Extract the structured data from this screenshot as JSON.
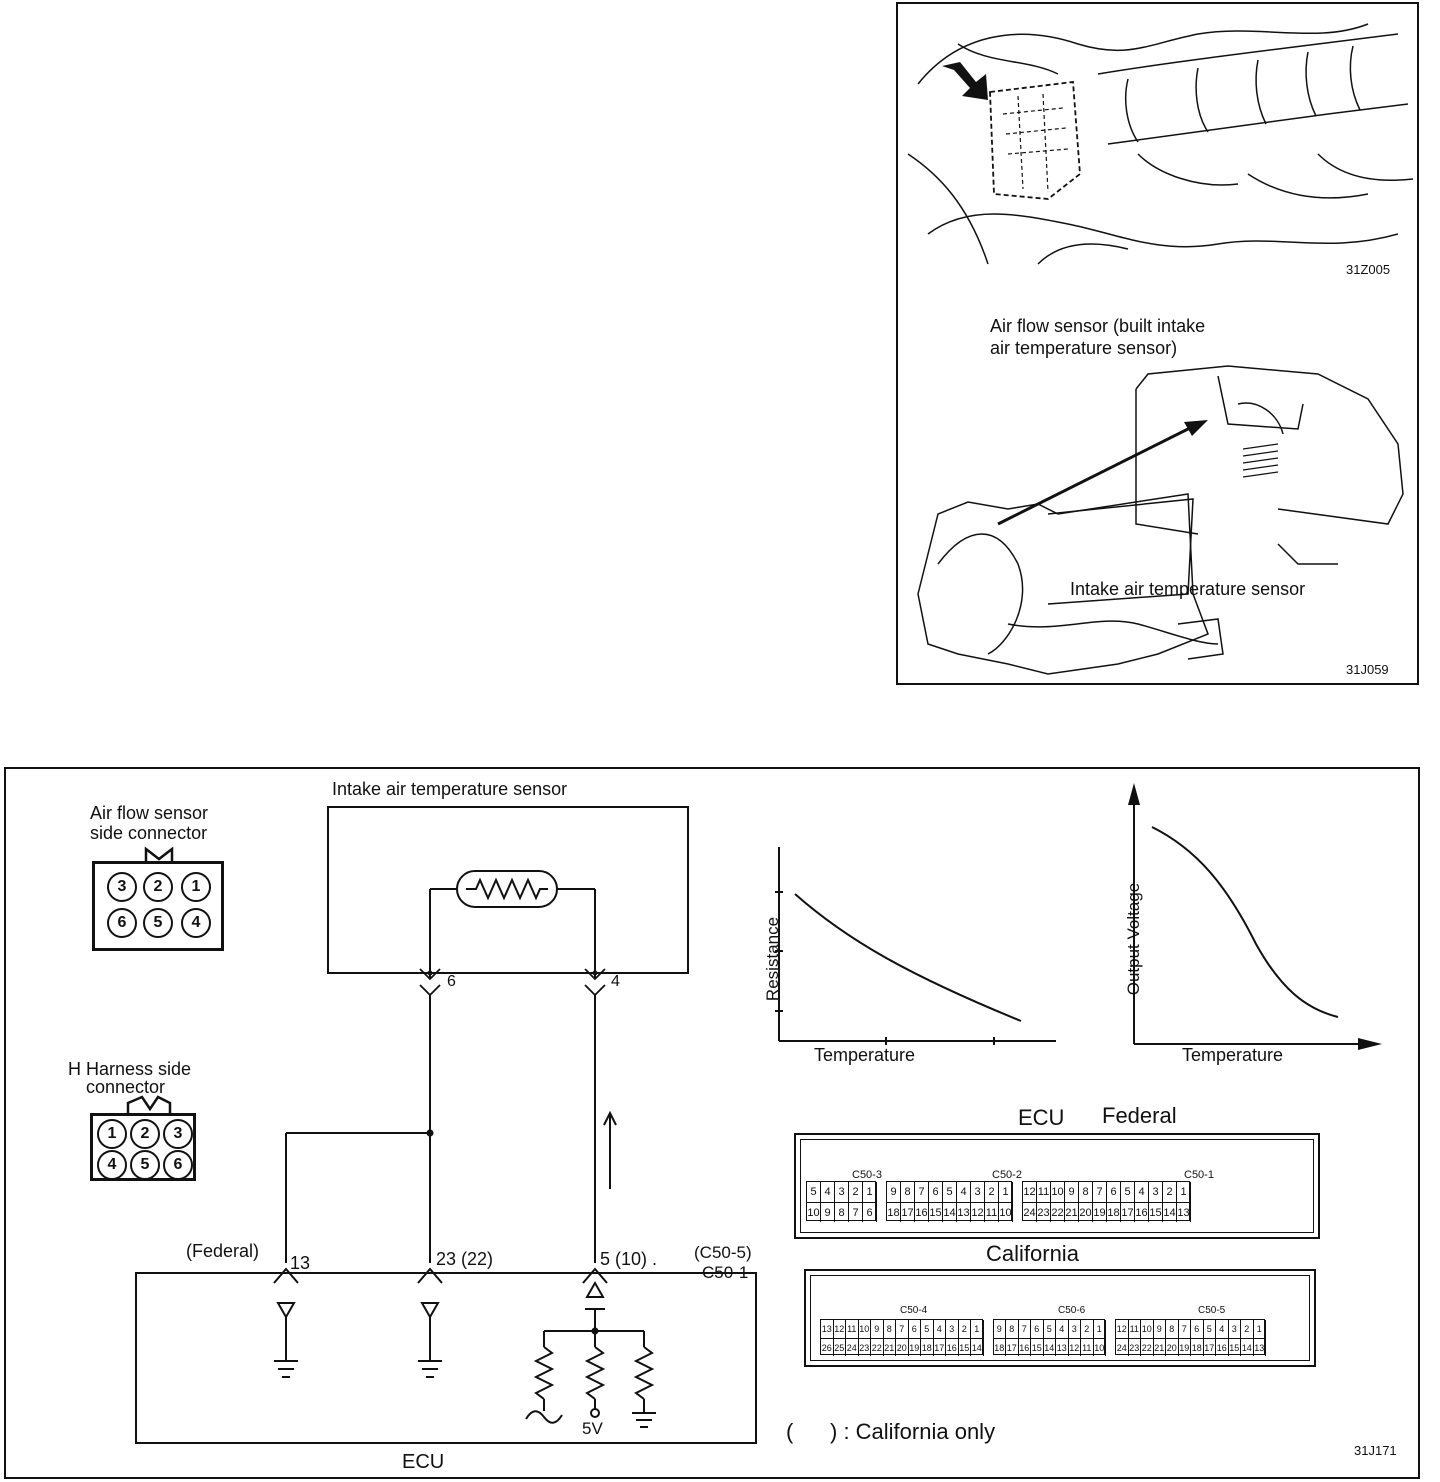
{
  "photo_panel": {
    "top_code": "31Z005",
    "bottom_code": "31J059",
    "afs_caption_line1": "Air flow sensor (built intake",
    "afs_caption_line2": "air temperature sensor)",
    "iat_caption": "Intake air temperature sensor"
  },
  "schematic": {
    "afs_connector_line1": "Air flow sensor",
    "afs_connector_line2": "side connector",
    "afs_pins": [
      "3",
      "2",
      "1",
      "6",
      "5",
      "4"
    ],
    "harness_connector_line1": "H Harness side",
    "harness_connector_line2": "connector",
    "harness_pins": [
      "1",
      "2",
      "3",
      "4",
      "5",
      "6"
    ],
    "sensor_title": "Intake air temperature sensor",
    "sensor_pin_left": "6",
    "sensor_pin_right": "4",
    "federal_label": "(Federal)",
    "ecu_pin_13": "13",
    "ecu_pin_23": "23 (22)",
    "ecu_pin_5": "5 (10) .",
    "connector_id_ca": "(C50-5)",
    "connector_id_fed": "C50-1",
    "ecu_label": "ECU",
    "supply_label": "5V",
    "california_note": "(      ) : California only",
    "figure_code": "31J171"
  },
  "graph_resistance": {
    "ylabel": "Resistance",
    "xlabel": "Temperature"
  },
  "graph_voltage": {
    "ylabel": "Output Voltage",
    "xlabel": "Temperature"
  },
  "ecu_connectors": {
    "federal_title_ecu": "ECU",
    "federal_title": "Federal",
    "california_title": "California",
    "federal_blocks": [
      {
        "name": "C50-3",
        "row1": [
          "5",
          "4",
          "3",
          "2",
          "1"
        ],
        "row2": [
          "10",
          "9",
          "8",
          "7",
          "6"
        ]
      },
      {
        "name": "C50-2",
        "row1": [
          "9",
          "8",
          "7",
          "6",
          "5",
          "4",
          "3",
          "2",
          "1"
        ],
        "row2": [
          "18",
          "17",
          "16",
          "15",
          "14",
          "13",
          "12",
          "11",
          "10"
        ]
      },
      {
        "name": "C50-1",
        "row1": [
          "12",
          "11",
          "10",
          "9",
          "8",
          "7",
          "6",
          "5",
          "4",
          "3",
          "2",
          "1"
        ],
        "row2": [
          "24",
          "23",
          "22",
          "21",
          "20",
          "19",
          "18",
          "17",
          "16",
          "15",
          "14",
          "13"
        ]
      }
    ],
    "california_blocks": [
      {
        "name": "C50-4",
        "row1": [
          "13",
          "12",
          "11",
          "10",
          "9",
          "8",
          "7",
          "6",
          "5",
          "4",
          "3",
          "2",
          "1"
        ],
        "row2": [
          "26",
          "25",
          "24",
          "23",
          "22",
          "21",
          "20",
          "19",
          "18",
          "17",
          "16",
          "15",
          "14"
        ]
      },
      {
        "name": "C50-6",
        "row1": [
          "9",
          "8",
          "7",
          "6",
          "5",
          "4",
          "3",
          "2",
          "1"
        ],
        "row2": [
          "18",
          "17",
          "16",
          "15",
          "14",
          "13",
          "12",
          "11",
          "10"
        ]
      },
      {
        "name": "C50-5",
        "row1": [
          "12",
          "11",
          "10",
          "9",
          "8",
          "7",
          "6",
          "5",
          "4",
          "3",
          "2",
          "1"
        ],
        "row2": [
          "24",
          "23",
          "22",
          "21",
          "20",
          "19",
          "18",
          "17",
          "16",
          "15",
          "14",
          "13"
        ]
      }
    ]
  }
}
